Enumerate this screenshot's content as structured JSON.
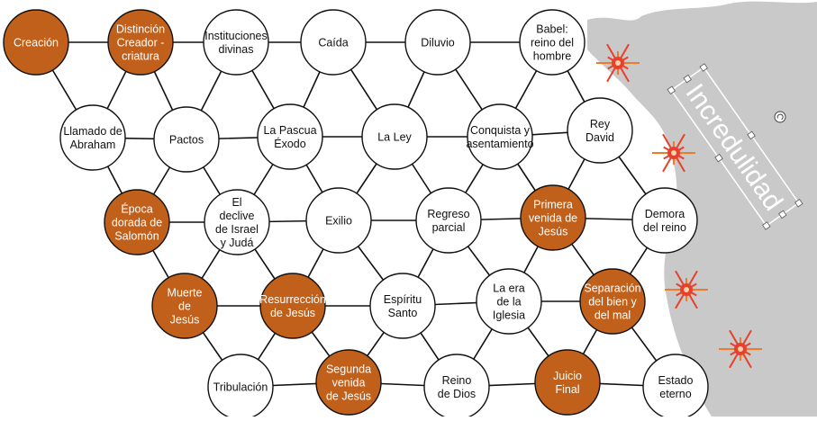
{
  "colors": {
    "highlight": "#C1601A",
    "plain": "#FFFFFF",
    "stroke": "#111111",
    "region": "#C9C9C9",
    "spark": "#E8402A"
  },
  "region_label": "Incredulidad",
  "nodes": [
    {
      "id": "creacion",
      "lines": [
        "Creación"
      ],
      "highlight": true
    },
    {
      "id": "distincion",
      "lines": [
        "Distinción",
        "Creador -",
        "criatura"
      ],
      "highlight": true
    },
    {
      "id": "instituciones",
      "lines": [
        "Instituciones",
        "divinas"
      ],
      "highlight": false
    },
    {
      "id": "caida",
      "lines": [
        "Caída"
      ],
      "highlight": false
    },
    {
      "id": "diluvio",
      "lines": [
        "Diluvio"
      ],
      "highlight": false
    },
    {
      "id": "babel",
      "lines": [
        "Babel:",
        "reino del",
        "hombre"
      ],
      "highlight": false
    },
    {
      "id": "llamado",
      "lines": [
        "Llamado de",
        "Abraham"
      ],
      "highlight": false
    },
    {
      "id": "pactos",
      "lines": [
        "Pactos"
      ],
      "highlight": false
    },
    {
      "id": "pascua",
      "lines": [
        "La Pascua",
        "Éxodo"
      ],
      "highlight": false
    },
    {
      "id": "ley",
      "lines": [
        "La Ley"
      ],
      "highlight": false
    },
    {
      "id": "conquista",
      "lines": [
        "Conquista y",
        "asentamiento"
      ],
      "highlight": false
    },
    {
      "id": "rey",
      "lines": [
        "Rey",
        "David"
      ],
      "highlight": false
    },
    {
      "id": "epoca",
      "lines": [
        "Época",
        "dorada de",
        "Salomón"
      ],
      "highlight": true
    },
    {
      "id": "declive",
      "lines": [
        "El",
        "declive",
        "de Israel",
        "y Judá"
      ],
      "highlight": false
    },
    {
      "id": "exilio",
      "lines": [
        "Exilio"
      ],
      "highlight": false
    },
    {
      "id": "regreso",
      "lines": [
        "Regreso",
        "parcial"
      ],
      "highlight": false
    },
    {
      "id": "primera",
      "lines": [
        "Primera",
        "venida de",
        "Jesús"
      ],
      "highlight": true
    },
    {
      "id": "demora",
      "lines": [
        "Demora",
        "del reino"
      ],
      "highlight": false
    },
    {
      "id": "muerte",
      "lines": [
        "Muerte",
        "de",
        "Jesús"
      ],
      "highlight": true
    },
    {
      "id": "resurreccion",
      "lines": [
        "Resurrección",
        "de Jesús"
      ],
      "highlight": true
    },
    {
      "id": "espiritu",
      "lines": [
        "Espíritu",
        "Santo"
      ],
      "highlight": false
    },
    {
      "id": "era",
      "lines": [
        "La era",
        "de la",
        "Iglesia"
      ],
      "highlight": false
    },
    {
      "id": "separacion",
      "lines": [
        "Separación",
        "del bien y",
        "del mal"
      ],
      "highlight": true
    },
    {
      "id": "tribulacion",
      "lines": [
        "Tribulación"
      ],
      "highlight": false
    },
    {
      "id": "segunda",
      "lines": [
        "Segunda",
        "venida",
        "de Jesús"
      ],
      "highlight": true
    },
    {
      "id": "reino",
      "lines": [
        "Reino",
        "de Dios"
      ],
      "highlight": false
    },
    {
      "id": "juicio",
      "lines": [
        "Juicio",
        "Final"
      ],
      "highlight": true
    },
    {
      "id": "estado",
      "lines": [
        "Estado",
        "eterno"
      ],
      "highlight": false
    }
  ],
  "edges": [
    [
      "creacion",
      "distincion"
    ],
    [
      "distincion",
      "instituciones"
    ],
    [
      "instituciones",
      "caida"
    ],
    [
      "caida",
      "diluvio"
    ],
    [
      "diluvio",
      "babel"
    ],
    [
      "creacion",
      "llamado"
    ],
    [
      "distincion",
      "llamado"
    ],
    [
      "distincion",
      "pactos"
    ],
    [
      "instituciones",
      "pactos"
    ],
    [
      "instituciones",
      "pascua"
    ],
    [
      "caida",
      "pascua"
    ],
    [
      "caida",
      "ley"
    ],
    [
      "diluvio",
      "ley"
    ],
    [
      "diluvio",
      "conquista"
    ],
    [
      "babel",
      "conquista"
    ],
    [
      "babel",
      "rey"
    ],
    [
      "llamado",
      "pactos"
    ],
    [
      "pactos",
      "pascua"
    ],
    [
      "pascua",
      "ley"
    ],
    [
      "ley",
      "conquista"
    ],
    [
      "conquista",
      "rey"
    ],
    [
      "llamado",
      "epoca"
    ],
    [
      "pactos",
      "epoca"
    ],
    [
      "pactos",
      "declive"
    ],
    [
      "pascua",
      "declive"
    ],
    [
      "pascua",
      "exilio"
    ],
    [
      "ley",
      "exilio"
    ],
    [
      "ley",
      "regreso"
    ],
    [
      "conquista",
      "regreso"
    ],
    [
      "conquista",
      "primera"
    ],
    [
      "rey",
      "primera"
    ],
    [
      "rey",
      "demora"
    ],
    [
      "epoca",
      "declive"
    ],
    [
      "declive",
      "exilio"
    ],
    [
      "exilio",
      "regreso"
    ],
    [
      "regreso",
      "primera"
    ],
    [
      "primera",
      "demora"
    ],
    [
      "epoca",
      "muerte"
    ],
    [
      "declive",
      "muerte"
    ],
    [
      "declive",
      "resurreccion"
    ],
    [
      "exilio",
      "resurreccion"
    ],
    [
      "exilio",
      "espiritu"
    ],
    [
      "regreso",
      "espiritu"
    ],
    [
      "regreso",
      "era"
    ],
    [
      "primera",
      "era"
    ],
    [
      "primera",
      "separacion"
    ],
    [
      "demora",
      "separacion"
    ],
    [
      "muerte",
      "resurreccion"
    ],
    [
      "resurreccion",
      "espiritu"
    ],
    [
      "espiritu",
      "era"
    ],
    [
      "era",
      "separacion"
    ],
    [
      "muerte",
      "tribulacion"
    ],
    [
      "resurreccion",
      "tribulacion"
    ],
    [
      "resurreccion",
      "segunda"
    ],
    [
      "espiritu",
      "segunda"
    ],
    [
      "espiritu",
      "reino"
    ],
    [
      "era",
      "reino"
    ],
    [
      "era",
      "juicio"
    ],
    [
      "separacion",
      "juicio"
    ],
    [
      "separacion",
      "estado"
    ],
    [
      "tribulacion",
      "segunda"
    ],
    [
      "segunda",
      "reino"
    ],
    [
      "reino",
      "juicio"
    ],
    [
      "juicio",
      "estado"
    ]
  ]
}
